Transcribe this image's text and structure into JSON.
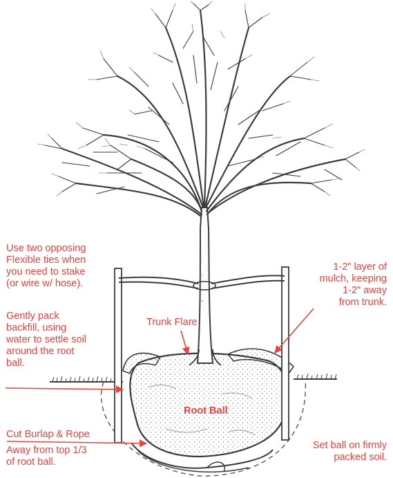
{
  "colors": {
    "label": "#e8443f",
    "ink": "#3a3a3a",
    "background": "#ffffff"
  },
  "labels": {
    "ties": [
      "Use two opposing",
      "Flexible ties when",
      "you need to stake",
      "(or wire w/ hose)."
    ],
    "mulch": [
      "1-2\" layer of",
      "mulch, keeping",
      "1-2\" away",
      "from trunk."
    ],
    "pack": [
      "Gently pack",
      "backfill, using",
      "water to settle soil",
      "around the root",
      "ball."
    ],
    "trunk_flare": "Trunk Flare",
    "root_ball": "Root Ball",
    "burlap": "Cut Burlap & Rope",
    "away": [
      "Away from top 1/3",
      "of root ball."
    ],
    "set_ball": [
      "Set ball on firmly",
      "packed soil."
    ]
  },
  "icons": {
    "tree": "bare-deciduous-tree-drawing"
  }
}
